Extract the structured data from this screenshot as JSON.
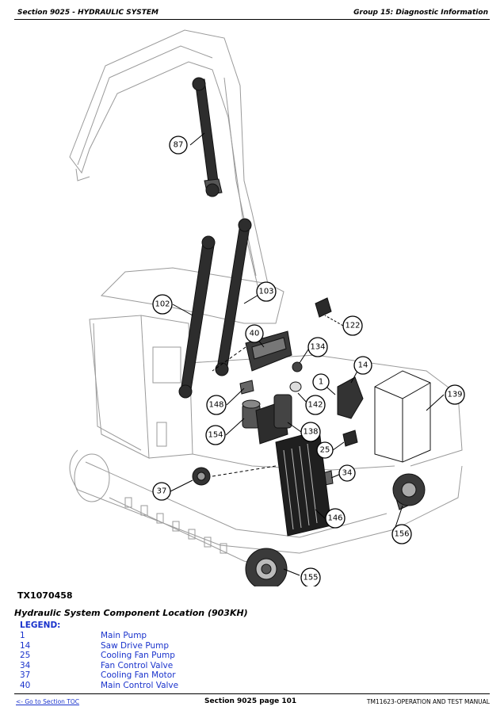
{
  "header": {
    "left": "Section 9025 - HYDRAULIC SYSTEM",
    "right": "Group 15: Diagnostic Information"
  },
  "figure": {
    "id": "TX1070458",
    "title": "Hydraulic System Component Location (903KH)",
    "callouts": [
      "87",
      "102",
      "103",
      "40",
      "122",
      "134",
      "14",
      "1",
      "139",
      "148",
      "142",
      "154",
      "138",
      "25",
      "37",
      "34",
      "146",
      "156",
      "155"
    ]
  },
  "legend": {
    "heading": "LEGEND:",
    "items": [
      {
        "num": "1",
        "name": "Main Pump"
      },
      {
        "num": "14",
        "name": "Saw Drive Pump"
      },
      {
        "num": "25",
        "name": "Cooling Fan Pump"
      },
      {
        "num": "34",
        "name": "Fan Control Valve"
      },
      {
        "num": "37",
        "name": "Cooling Fan Motor"
      },
      {
        "num": "40",
        "name": "Main Control Valve"
      }
    ]
  },
  "footer": {
    "left": "<- Go to Section TOC",
    "center": "Section 9025 page 101",
    "right": "TM11623-OPERATION AND TEST MANUAL"
  }
}
